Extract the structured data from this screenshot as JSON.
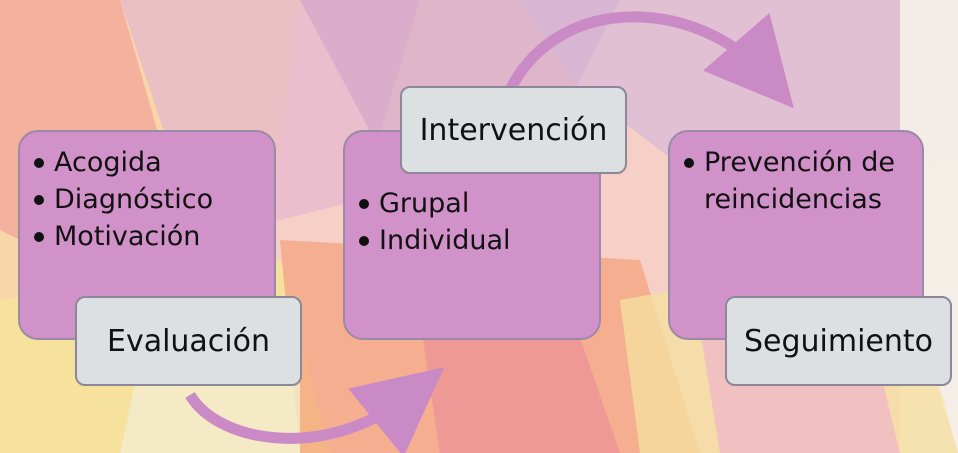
{
  "stages": [
    {
      "title": "Evaluación",
      "items": [
        "Acogida",
        "Diagnóstico",
        "Motivación"
      ]
    },
    {
      "title": "Intervención",
      "items": [
        "Grupal",
        "Individual"
      ]
    },
    {
      "title": "Seguimiento",
      "items": [
        "Prevención de reincidencias"
      ]
    }
  ],
  "colors": {
    "box_fill": "#d192c9",
    "label_fill": "#dde0e2",
    "arrow": "#c98ac6"
  }
}
